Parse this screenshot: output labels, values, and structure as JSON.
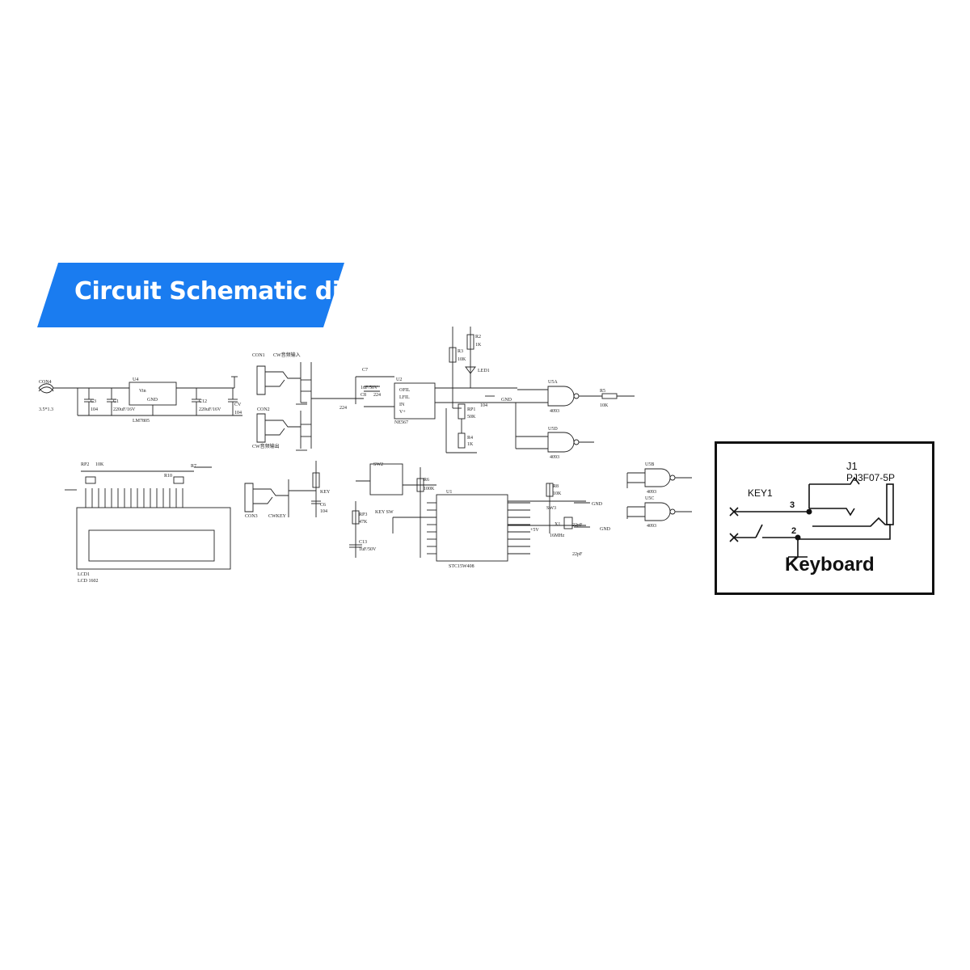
{
  "banner": {
    "title": "Circuit Schematic diagram",
    "color": "#1a7cf0"
  },
  "schematic": {
    "labels": {
      "con4": "CON4",
      "con4_val": "3.5*1.3",
      "u4": "U4",
      "vin": "Vin",
      "gnd": "GND",
      "reg": "LM7805",
      "c3": "C3",
      "c3_val": "104",
      "c1": "C1",
      "c1_val": "220uF/16V",
      "c12": "C12",
      "c12_val": "220uF/16V",
      "c_v": "CV",
      "cv_val": "104",
      "con1": "CON1",
      "con1_note": "CW音频输入",
      "con2": "CON2",
      "con2_note": "CW音频输出",
      "c7": "C7",
      "c7_val": "1uF/50V",
      "c8": "C8",
      "c8_val": "224",
      "c4": "224",
      "u2": "U2",
      "u2_pin1": "OFIL",
      "u2_pin2": "LFIL",
      "u2_pin3": "IN",
      "u2_pin4": "V+",
      "u2_name": "NE567",
      "r2": "R2",
      "r2_val": "1K",
      "r3": "R3",
      "r3_val": "10K",
      "led1": "LED1",
      "rp1": "RP1",
      "rp1_val": "50K",
      "r4": "R4",
      "r4_val": "1K",
      "c9": "104",
      "gnd2": "GND",
      "u5a": "U5A",
      "u5a_ic": "4093",
      "u5d": "U5D",
      "u5d_ic": "4093",
      "r5": "R5",
      "r5_val": "10K",
      "lcd1": "LCD1",
      "lcd1_name": "LCD 1602",
      "rp2": "RP2",
      "rp2_val": "10K",
      "r10": "R10",
      "r7": "R7",
      "con3": "CON3",
      "cwkey": "CWKEY",
      "key": "KEY",
      "c6": "C6",
      "c6_val": "104",
      "sw2": "SW2",
      "key_sw": "KEY SW",
      "r6": "R6",
      "r6_val": "100K",
      "r8": "R8",
      "r8_val": "10K",
      "rp3": "RP3",
      "rp3_val": "47K",
      "c13": "C13",
      "c13_val": "1uF/50V",
      "u1": "U1",
      "u1_name": "STC15W408",
      "plus5v": "+5V",
      "gnd3": "GND",
      "gnd4": "GND",
      "x1": "X1",
      "x1_val": "16MHz",
      "c10": "22pF",
      "c11": "22pF",
      "sw3": "SW3",
      "u5b": "U5B",
      "u5b_ic": "4093",
      "u5c": "U5C",
      "u5c_ic": "4093"
    }
  },
  "keyboard": {
    "j1": "J1",
    "part": "PJ3F07-5P",
    "key1": "KEY1",
    "pin3": "3",
    "pin2": "2",
    "caption": "Keyboard"
  }
}
